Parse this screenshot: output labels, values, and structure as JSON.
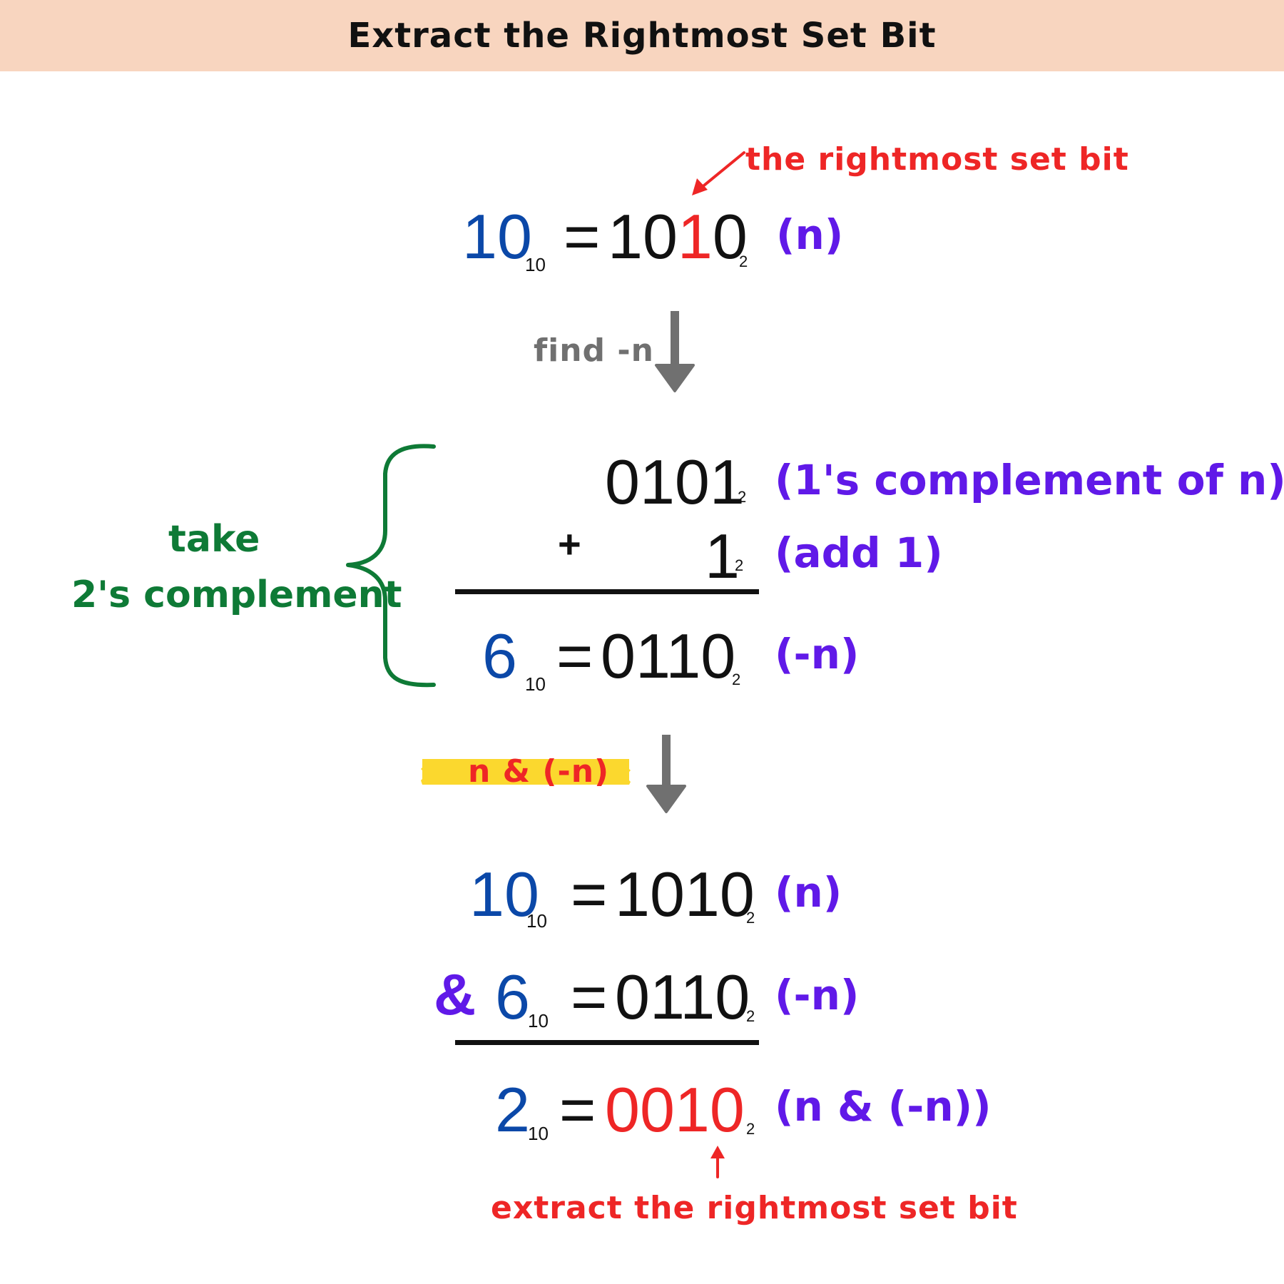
{
  "title": "Extract the Rightmost Set Bit",
  "top_annotation": "the rightmost set bit",
  "step1": {
    "decimal": "10",
    "decimal_base": "10",
    "equals": "=",
    "binary_prefix": "10",
    "binary_highlight": "1",
    "binary_suffix": "0",
    "binary_base": "2",
    "label": "(n)"
  },
  "arrow1_label": "find -n",
  "twos_complement": {
    "brace_label_line1": "take",
    "brace_label_line2": "2's complement",
    "ones_complement": "0101",
    "ones_complement_base": "2",
    "ones_complement_label": "(1's complement of n)",
    "plus": "+",
    "add_value": "1",
    "add_base": "2",
    "add_label": "(add 1)",
    "result_decimal": "6",
    "result_decimal_base": "10",
    "equals": "=",
    "result_binary": "0110",
    "result_binary_base": "2",
    "result_label": "(-n)"
  },
  "arrow2_label": "n & (-n)",
  "and_operation": {
    "row1_decimal": "10",
    "row1_decimal_base": "10",
    "row1_equals": "=",
    "row1_binary": "1010",
    "row1_binary_base": "2",
    "row1_label": "(n)",
    "operator": "&",
    "row2_decimal": "6",
    "row2_decimal_base": "10",
    "row2_equals": "=",
    "row2_binary": "0110",
    "row2_binary_base": "2",
    "row2_label": "(-n)",
    "result_decimal": "2",
    "result_decimal_base": "10",
    "result_equals": "=",
    "result_binary": "0010",
    "result_binary_base": "2",
    "result_label": "(n & (-n))"
  },
  "bottom_annotation": "extract the rightmost set bit",
  "colors": {
    "header_bg": "#f8d5bf",
    "decimal": "#0b48a8",
    "binary": "#111111",
    "highlight_bit": "#ee2626",
    "label": "#6019e8",
    "brace": "#0e7a36",
    "arrow": "#707070",
    "marker": "#fbd82e"
  }
}
